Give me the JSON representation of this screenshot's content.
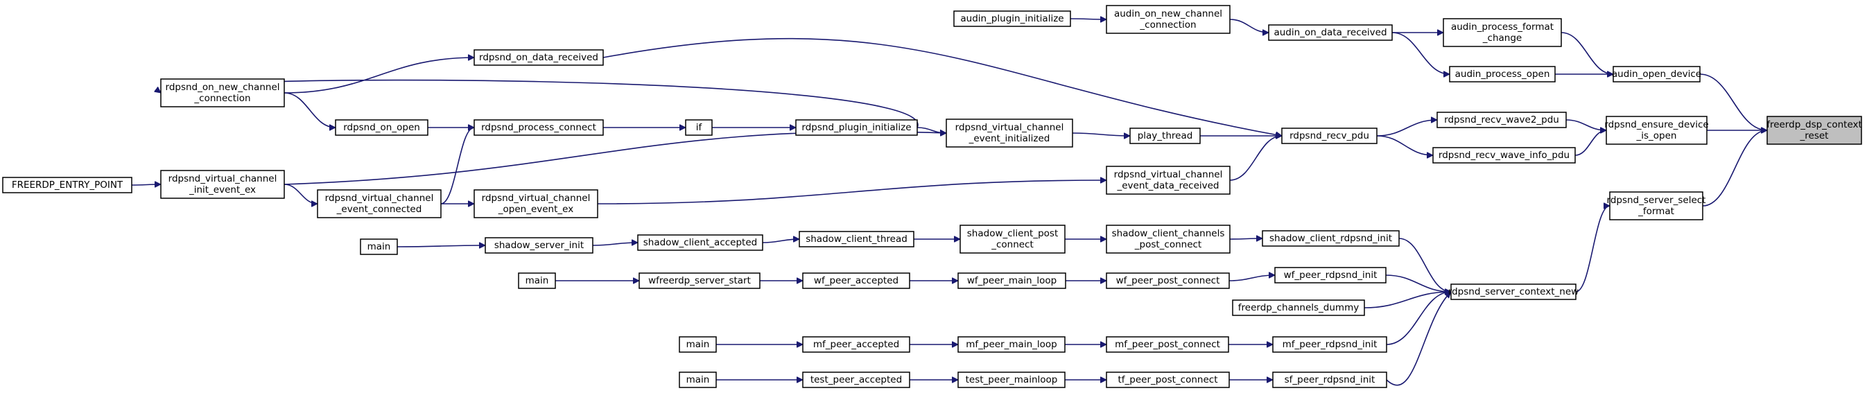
{
  "diagram": {
    "colors": {
      "edge": "#191970",
      "root_fill": "#bfbfbf",
      "node_fill": "#ffffff",
      "node_border": "#000000"
    },
    "nodes": [
      {
        "id": "n_reset",
        "lines": [
          "freerdp_dsp_context",
          "_reset"
        ],
        "root": true
      },
      {
        "id": "n_audin_open",
        "lines": [
          "audin_open_device"
        ]
      },
      {
        "id": "n_ensure_open",
        "lines": [
          "rdpsnd_ensure_device",
          "_is_open"
        ]
      },
      {
        "id": "n_srv_select",
        "lines": [
          "rdpsnd_server_select",
          "_format"
        ]
      },
      {
        "id": "n_audin_fmt",
        "lines": [
          "audin_process_format",
          "_change"
        ]
      },
      {
        "id": "n_audin_popen",
        "lines": [
          "audin_process_open"
        ]
      },
      {
        "id": "n_audin_data",
        "lines": [
          "audin_on_data_received"
        ]
      },
      {
        "id": "n_audin_newch",
        "lines": [
          "audin_on_new_channel",
          "_connection"
        ]
      },
      {
        "id": "n_audin_init",
        "lines": [
          "audin_plugin_initialize"
        ]
      },
      {
        "id": "n_wave2",
        "lines": [
          "rdpsnd_recv_wave2_pdu"
        ]
      },
      {
        "id": "n_waveinfo",
        "lines": [
          "rdpsnd_recv_wave_info_pdu"
        ]
      },
      {
        "id": "n_recv_pdu",
        "lines": [
          "rdpsnd_recv_pdu"
        ]
      },
      {
        "id": "n_on_data",
        "lines": [
          "rdpsnd_on_data_received"
        ]
      },
      {
        "id": "n_play",
        "lines": [
          "play_thread"
        ]
      },
      {
        "id": "n_vc_init",
        "lines": [
          "rdpsnd_virtual_channel",
          "_event_initialized"
        ]
      },
      {
        "id": "n_vc_data",
        "lines": [
          "rdpsnd_virtual_channel",
          "_event_data_received"
        ]
      },
      {
        "id": "n_newch",
        "lines": [
          "rdpsnd_on_new_channel",
          "_connection"
        ]
      },
      {
        "id": "n_plugin_init",
        "lines": [
          "rdpsnd_plugin_initialize"
        ]
      },
      {
        "id": "n_if",
        "lines": [
          "if"
        ]
      },
      {
        "id": "n_proc_conn",
        "lines": [
          "rdpsnd_process_connect"
        ]
      },
      {
        "id": "n_on_open",
        "lines": [
          "rdpsnd_on_open"
        ]
      },
      {
        "id": "n_vc_conn",
        "lines": [
          "rdpsnd_virtual_channel",
          "_event_connected"
        ]
      },
      {
        "id": "n_vc_initex",
        "lines": [
          "rdpsnd_virtual_channel",
          "_init_event_ex"
        ]
      },
      {
        "id": "n_entry",
        "lines": [
          "FREERDP_ENTRY_POINT"
        ]
      },
      {
        "id": "n_vc_openex",
        "lines": [
          "rdpsnd_virtual_channel",
          "_open_event_ex"
        ]
      },
      {
        "id": "n_ctx_new",
        "lines": [
          "rdpsnd_server_context_new"
        ]
      },
      {
        "id": "n_shadow_init",
        "lines": [
          "shadow_client_rdpsnd_init"
        ]
      },
      {
        "id": "n_shadow_post",
        "lines": [
          "shadow_client_channels",
          "_post_connect"
        ]
      },
      {
        "id": "n_shadow_cpost",
        "lines": [
          "shadow_client_post",
          "_connect"
        ]
      },
      {
        "id": "n_shadow_thread",
        "lines": [
          "shadow_client_thread"
        ]
      },
      {
        "id": "n_shadow_acc",
        "lines": [
          "shadow_client_accepted"
        ]
      },
      {
        "id": "n_shadow_srv",
        "lines": [
          "shadow_server_init"
        ]
      },
      {
        "id": "n_main1",
        "lines": [
          "main"
        ]
      },
      {
        "id": "n_wf_init",
        "lines": [
          "wf_peer_rdpsnd_init"
        ]
      },
      {
        "id": "n_wf_post",
        "lines": [
          "wf_peer_post_connect"
        ]
      },
      {
        "id": "n_wf_loop",
        "lines": [
          "wf_peer_main_loop"
        ]
      },
      {
        "id": "n_wf_acc",
        "lines": [
          "wf_peer_accepted"
        ]
      },
      {
        "id": "n_wfsrv",
        "lines": [
          "wfreerdp_server_start"
        ]
      },
      {
        "id": "n_main2",
        "lines": [
          "main"
        ]
      },
      {
        "id": "n_dummy",
        "lines": [
          "freerdp_channels_dummy"
        ]
      },
      {
        "id": "n_mf_init",
        "lines": [
          "mf_peer_rdpsnd_init"
        ]
      },
      {
        "id": "n_mf_post",
        "lines": [
          "mf_peer_post_connect"
        ]
      },
      {
        "id": "n_mf_loop",
        "lines": [
          "mf_peer_main_loop"
        ]
      },
      {
        "id": "n_mf_acc",
        "lines": [
          "mf_peer_accepted"
        ]
      },
      {
        "id": "n_main3",
        "lines": [
          "main"
        ]
      },
      {
        "id": "n_sf_init",
        "lines": [
          "sf_peer_rdpsnd_init"
        ]
      },
      {
        "id": "n_tf_post",
        "lines": [
          "tf_peer_post_connect"
        ]
      },
      {
        "id": "n_test_loop",
        "lines": [
          "test_peer_mainloop"
        ]
      },
      {
        "id": "n_test_acc",
        "lines": [
          "test_peer_accepted"
        ]
      },
      {
        "id": "n_main4",
        "lines": [
          "main"
        ]
      }
    ]
  }
}
